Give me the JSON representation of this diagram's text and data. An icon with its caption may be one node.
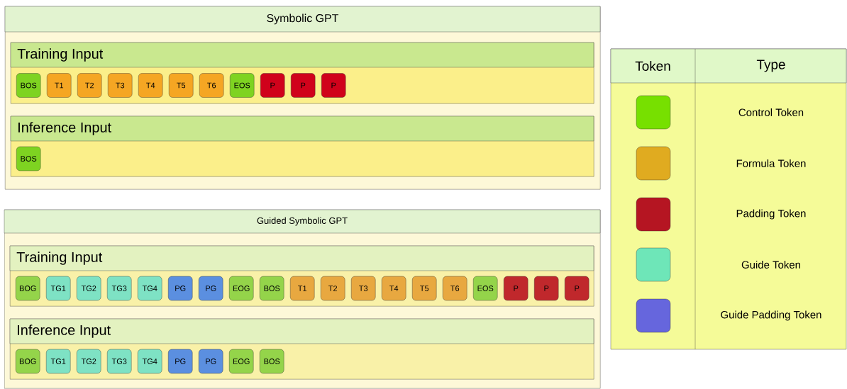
{
  "diagram": {
    "nodes": [
      {
        "text": [
          "Symbolic GPT"
        ]
      },
      {
        "text": [
          "Training Input"
        ],
        "in": 0
      },
      {
        "text": [
          "BOS"
        ],
        "in": 1
      },
      {
        "text": [
          "T1"
        ],
        "in": 1
      },
      {
        "text": [
          "T2"
        ],
        "in": 1
      },
      {
        "text": [
          "T3"
        ],
        "in": 1
      },
      {
        "text": [
          "T4"
        ],
        "in": 1
      },
      {
        "text": [
          "T5"
        ],
        "in": 1
      },
      {
        "text": [
          "T6"
        ],
        "in": 1
      },
      {
        "text": [
          "EOS"
        ],
        "in": 1
      },
      {
        "text": [
          "P"
        ],
        "in": 1
      },
      {
        "text": [
          "P"
        ],
        "in": 1
      },
      {
        "text": [
          "P"
        ],
        "in": 1
      },
      {
        "text": [
          "Inference Input"
        ],
        "in": 0
      },
      {
        "text": [
          "BOS"
        ],
        "in": 13
      },
      {
        "text": [
          "Guided Symbolic GPT"
        ]
      },
      {
        "text": [
          "Training Input"
        ],
        "in": 15
      },
      {
        "text": [
          "BOG"
        ],
        "in": 16
      },
      {
        "text": [
          "TG1"
        ],
        "in": 16
      },
      {
        "text": [
          "TG2"
        ],
        "in": 16
      },
      {
        "text": [
          "TG3"
        ],
        "in": 16
      },
      {
        "text": [
          "TG4"
        ],
        "in": 16
      },
      {
        "text": [
          "PG"
        ],
        "in": 16
      },
      {
        "text": [
          "PG"
        ],
        "in": 16
      },
      {
        "text": [
          "EOG"
        ],
        "in": 16
      },
      {
        "text": [
          "BOS"
        ],
        "in": 16
      },
      {
        "text": [
          "T1"
        ],
        "in": 16
      },
      {
        "text": [
          "T2"
        ],
        "in": 16
      },
      {
        "text": [
          "T3"
        ],
        "in": 16
      },
      {
        "text": [
          "T4"
        ],
        "in": 16
      },
      {
        "text": [
          "T5"
        ],
        "in": 16
      },
      {
        "text": [
          "T6"
        ],
        "in": 16
      },
      {
        "text": [
          "EOS"
        ],
        "in": 16
      },
      {
        "text": [
          "P"
        ],
        "in": 16
      },
      {
        "text": [
          "P"
        ],
        "in": 16
      },
      {
        "text": [
          "P"
        ],
        "in": 16
      },
      {
        "text": [
          "Inference Input"
        ],
        "in": 15
      },
      {
        "text": [
          "BOG"
        ],
        "in": 36
      },
      {
        "text": [
          "TG1"
        ],
        "in": 36
      },
      {
        "text": [
          "TG2"
        ],
        "in": 36
      },
      {
        "text": [
          "TG3"
        ],
        "in": 36
      },
      {
        "text": [
          "TG4"
        ],
        "in": 36
      },
      {
        "text": [
          "PG"
        ],
        "in": 36
      },
      {
        "text": [
          "PG"
        ],
        "in": 36
      },
      {
        "text": [
          "EOG"
        ],
        "in": 36
      },
      {
        "text": [
          "BOS"
        ],
        "in": 36
      }
    ],
    "labels": [
      "Token",
      "Type"
    ],
    "legend": [
      {
        "text": "Control Token",
        "color": "#77e000"
      },
      {
        "text": "Formula Token",
        "color": "#e0ab20"
      },
      {
        "text": "Padding Token",
        "color": "#b51522"
      },
      {
        "text": "Guide Token",
        "color": "#6ee6b8"
      },
      {
        "text": "Guide Padding Token",
        "color": "#6666dd"
      }
    ]
  }
}
